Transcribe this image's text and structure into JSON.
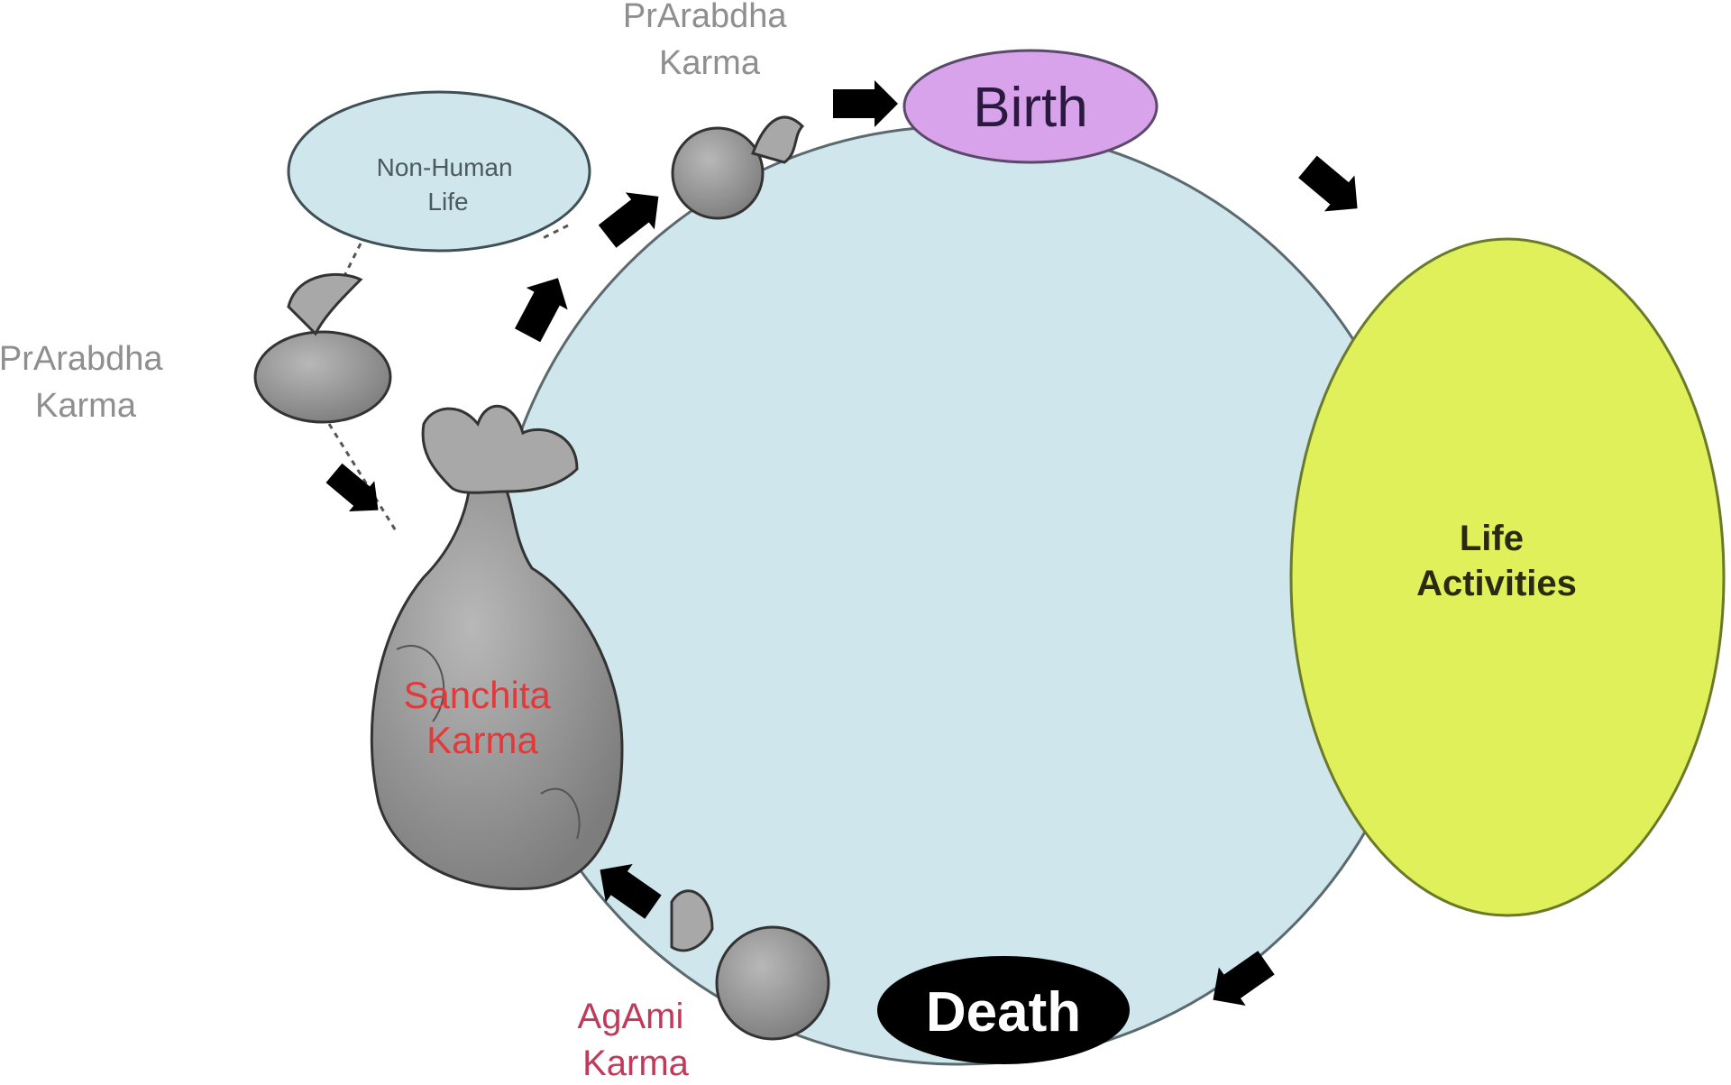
{
  "nodes": {
    "birth": "Birth",
    "life_activities": [
      "Life",
      "Activities"
    ],
    "death": "Death",
    "non_human_life": [
      "Non-Human",
      "Life"
    ]
  },
  "karma": {
    "prarabdha_top": [
      "PrArabdha",
      "Karma"
    ],
    "prarabdha_left": [
      "PrArabdha",
      "Karma"
    ],
    "sanchita": [
      "Sanchita",
      "Karma"
    ],
    "agami": [
      "AgAmi",
      "Karma"
    ]
  },
  "colors": {
    "cycle_fill": "#cfe6ec",
    "birth_fill": "#d9a3ec",
    "life_fill": "#dff05a",
    "death_fill": "#000000",
    "non_human_fill": "#cfe6ec",
    "bag_fill": "#9a9a9a",
    "sanchita_text": "#e03a3a",
    "agami_text": "#c23a5a"
  }
}
